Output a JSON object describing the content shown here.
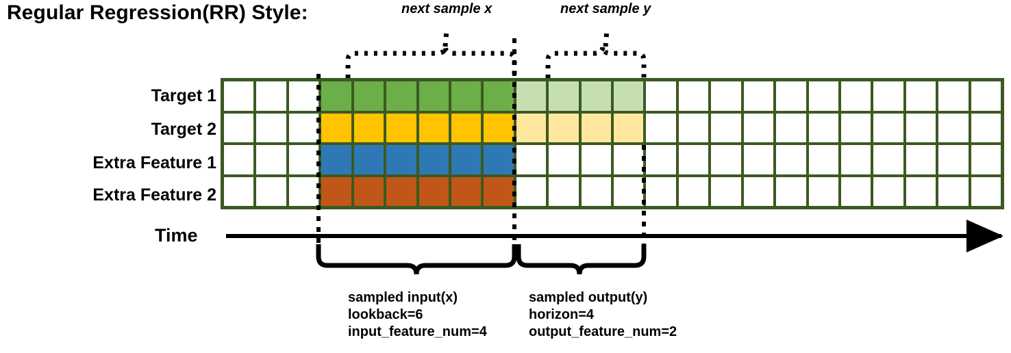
{
  "title": "Regular Regression(RR) Style:",
  "top_captions": {
    "x": "next sample x",
    "y": "next sample y"
  },
  "row_labels": [
    "Target 1",
    "Target 2",
    "Extra Feature 1",
    "Extra Feature 2"
  ],
  "axis": {
    "time_label": "Time",
    "arrow": "right-arrow-icon"
  },
  "grid": {
    "columns": 24,
    "rows": 4,
    "leading_blank_columns": 3,
    "input_columns": 6,
    "output_columns": 4,
    "trailing_blank_columns": 11,
    "row_fills": [
      [
        "white",
        "white",
        "white",
        "green",
        "green",
        "green",
        "green",
        "green",
        "green",
        "greenlight",
        "greenlight",
        "greenlight",
        "greenlight",
        "white",
        "white",
        "white",
        "white",
        "white",
        "white",
        "white",
        "white",
        "white",
        "white",
        "white"
      ],
      [
        "white",
        "white",
        "white",
        "yellow",
        "yellow",
        "yellow",
        "yellow",
        "yellow",
        "yellow",
        "yellowlight",
        "yellowlight",
        "yellowlight",
        "yellowlight",
        "white",
        "white",
        "white",
        "white",
        "white",
        "white",
        "white",
        "white",
        "white",
        "white",
        "white"
      ],
      [
        "white",
        "white",
        "white",
        "blue",
        "blue",
        "blue",
        "blue",
        "blue",
        "blue",
        "white",
        "white",
        "white",
        "white",
        "white",
        "white",
        "white",
        "white",
        "white",
        "white",
        "white",
        "white",
        "white",
        "white",
        "white"
      ],
      [
        "white",
        "white",
        "white",
        "orange",
        "orange",
        "orange",
        "orange",
        "orange",
        "orange",
        "white",
        "white",
        "white",
        "white",
        "white",
        "white",
        "white",
        "white",
        "white",
        "white",
        "white",
        "white",
        "white",
        "white",
        "white"
      ]
    ]
  },
  "colors": {
    "border": "#3A5A21",
    "green": "#6CAE4A",
    "green_light": "#C5DFB3",
    "yellow": "#FFC300",
    "yellow_light": "#FFE79E",
    "blue": "#2E79B5",
    "orange": "#C05617",
    "line": "#000000"
  },
  "annotations": {
    "input": {
      "line1": "sampled input(x)",
      "line2": "lookback=6",
      "line3": "input_feature_num=4"
    },
    "output": {
      "line1": "sampled output(y)",
      "line2": "horizon=4",
      "line3": "output_feature_num=2"
    }
  }
}
